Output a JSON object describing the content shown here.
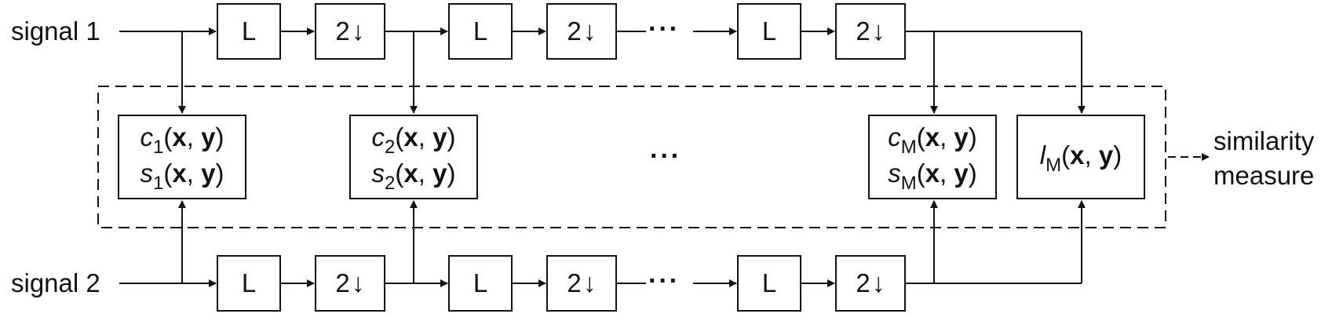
{
  "inputs": {
    "signal1": "signal 1",
    "signal2": "signal 2"
  },
  "output": {
    "line1": "similarity",
    "line2": "measure"
  },
  "blocks": {
    "lowpass": "L",
    "downsample_num": "2",
    "downsample_arrow": "↓"
  },
  "ellipsis": "···",
  "metrics": [
    {
      "c": "c",
      "s": "s",
      "sub": "1",
      "args_open": "(",
      "x": "x",
      "comma": ", ",
      "y": "y",
      "args_close": ")"
    },
    {
      "c": "c",
      "s": "s",
      "sub": "2",
      "args_open": "(",
      "x": "x",
      "comma": ", ",
      "y": "y",
      "args_close": ")"
    },
    {
      "c": "c",
      "s": "s",
      "sub": "M",
      "args_open": "(",
      "x": "x",
      "comma": ", ",
      "y": "y",
      "args_close": ")"
    }
  ],
  "luminance": {
    "l": "l",
    "sub": "M",
    "args_open": "(",
    "x": "x",
    "comma": ", ",
    "y": "y",
    "args_close": ")"
  }
}
